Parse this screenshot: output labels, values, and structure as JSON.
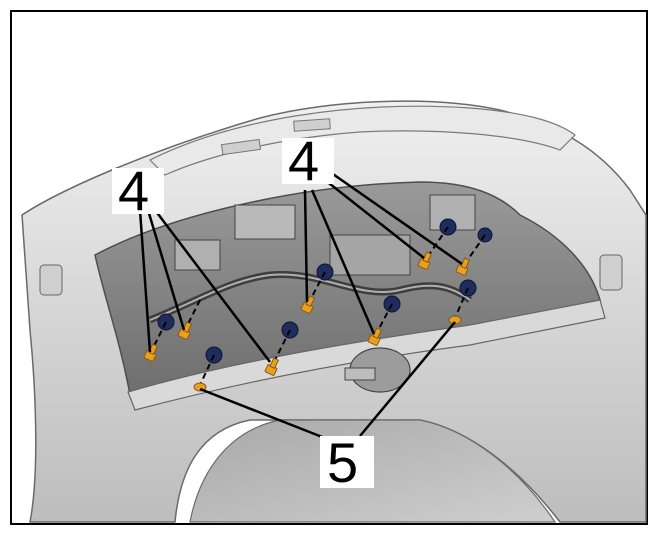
{
  "diagram": {
    "callouts": [
      {
        "id": "left-4",
        "label": "4"
      },
      {
        "id": "right-4",
        "label": "4"
      },
      {
        "id": "bottom-5",
        "label": "5"
      }
    ],
    "colors": {
      "frame": "#000000",
      "body_light": "#e6e6e6",
      "body_mid": "#c8c8c8",
      "body_dark": "#8c8c8c",
      "shadow": "#5a5a5a",
      "bolt": "#e8a020",
      "grommet": "#1f2d5c",
      "leader": "#000000"
    },
    "icons": [
      "bolt-icon",
      "grommet-icon"
    ]
  }
}
